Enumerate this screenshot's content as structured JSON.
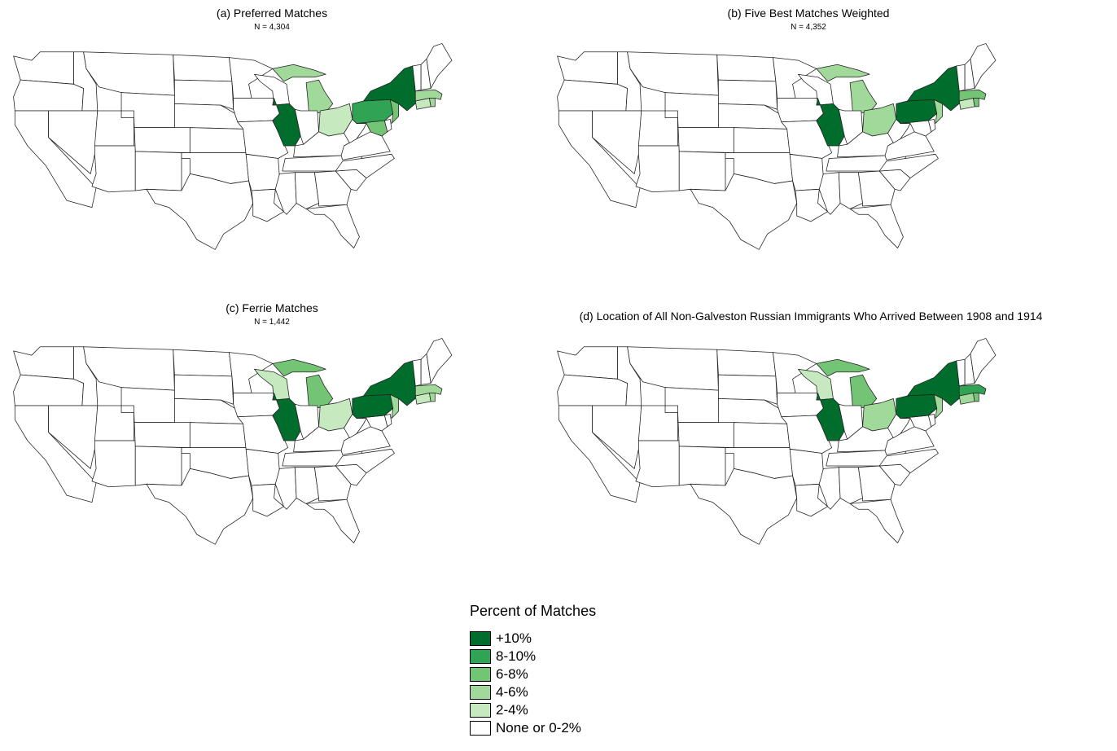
{
  "palette": {
    "plus10": "#006d2c",
    "p8_10": "#31a354",
    "p6_8": "#74c476",
    "p4_6": "#a1d99b",
    "p2_4": "#c7e9c0",
    "none": "#ffffff"
  },
  "panels": [
    {
      "id": "a",
      "title": "(a) Preferred Matches",
      "n_label": "N = 4,304",
      "fills": {
        "IL": "plus10",
        "NY": "plus10",
        "PA": "p8_10",
        "MA": "p4_6",
        "NJ": "p6_8",
        "CT": "p2_4",
        "RI": "p4_6",
        "MD": "p6_8",
        "MI": "p4_6",
        "MI_UP": "p4_6",
        "OH": "p2_4"
      }
    },
    {
      "id": "b",
      "title": "(b) Five Best Matches Weighted",
      "n_label": "N = 4,352",
      "fills": {
        "IL": "plus10",
        "NY": "plus10",
        "PA": "plus10",
        "MA": "p6_8",
        "NJ": "p4_6",
        "CT": "p2_4",
        "RI": "p6_8",
        "MI": "p4_6",
        "MI_UP": "p4_6",
        "OH": "p4_6"
      }
    },
    {
      "id": "c",
      "title": "(c) Ferrie Matches",
      "n_label": "N = 1,442",
      "fills": {
        "IL": "plus10",
        "NY": "plus10",
        "PA": "plus10",
        "MA": "p4_6",
        "NJ": "p4_6",
        "CT": "p2_4",
        "RI": "p4_6",
        "MI": "p6_8",
        "MI_UP": "p6_8",
        "OH": "p2_4",
        "WI": "p2_4"
      }
    },
    {
      "id": "d",
      "title": "(d) Location of All Non-Galveston Russian Immigrants Who Arrived Between 1908 and 1914",
      "n_label": "",
      "fills": {
        "IL": "plus10",
        "NY": "plus10",
        "PA": "plus10",
        "MA": "p8_10",
        "NJ": "p4_6",
        "CT": "p4_6",
        "RI": "p6_8",
        "MI": "p6_8",
        "MI_UP": "p6_8",
        "OH": "p4_6",
        "WI": "p2_4"
      }
    }
  ],
  "legend": {
    "title": "Percent of Matches",
    "items": [
      {
        "key": "plus10",
        "label": "+10%"
      },
      {
        "key": "p8_10",
        "label": "8-10%"
      },
      {
        "key": "p6_8",
        "label": "6-8%"
      },
      {
        "key": "p4_6",
        "label": "4-6%"
      },
      {
        "key": "p2_4",
        "label": "2-4%"
      },
      {
        "key": "none",
        "label": "None or 0-2%"
      }
    ]
  }
}
